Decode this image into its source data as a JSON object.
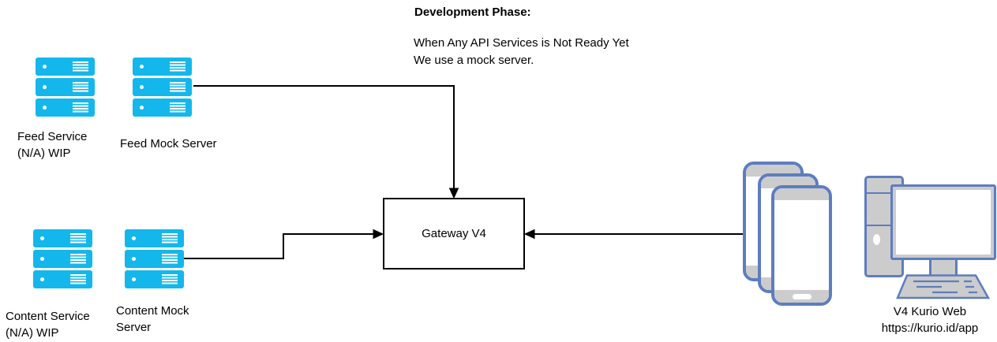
{
  "note": {
    "heading": "Development Phase:",
    "body": "When Any API Services is Not Ready Yet\nWe use a mock server."
  },
  "nodes": {
    "feed_service": {
      "label": "Feed Service\n(N/A) WIP",
      "icon": "server-stack-icon"
    },
    "feed_mock_server": {
      "label": "Feed Mock Server",
      "icon": "server-stack-icon"
    },
    "content_service": {
      "label": "Content Service\n(N/A) WIP",
      "icon": "server-stack-icon"
    },
    "content_mock_server": {
      "label": "Content Mock\nServer",
      "icon": "server-stack-icon"
    },
    "gateway": {
      "label": "Gateway V4"
    },
    "clients": {
      "label": "V4 Kurio Web\nhttps://kurio.id/app",
      "icons": [
        "smartphone-stack-icon",
        "desktop-computer-icon"
      ]
    }
  },
  "edges": [
    {
      "from": "feed_mock_server",
      "to": "gateway",
      "direction": "down"
    },
    {
      "from": "content_mock_server",
      "to": "gateway",
      "direction": "right"
    },
    {
      "from": "clients",
      "to": "gateway",
      "direction": "left"
    }
  ],
  "colors": {
    "server_cyan": "#14b7eb",
    "device_border": "#5d7dbf",
    "device_fill": "#cccccc",
    "line": "#000000"
  }
}
